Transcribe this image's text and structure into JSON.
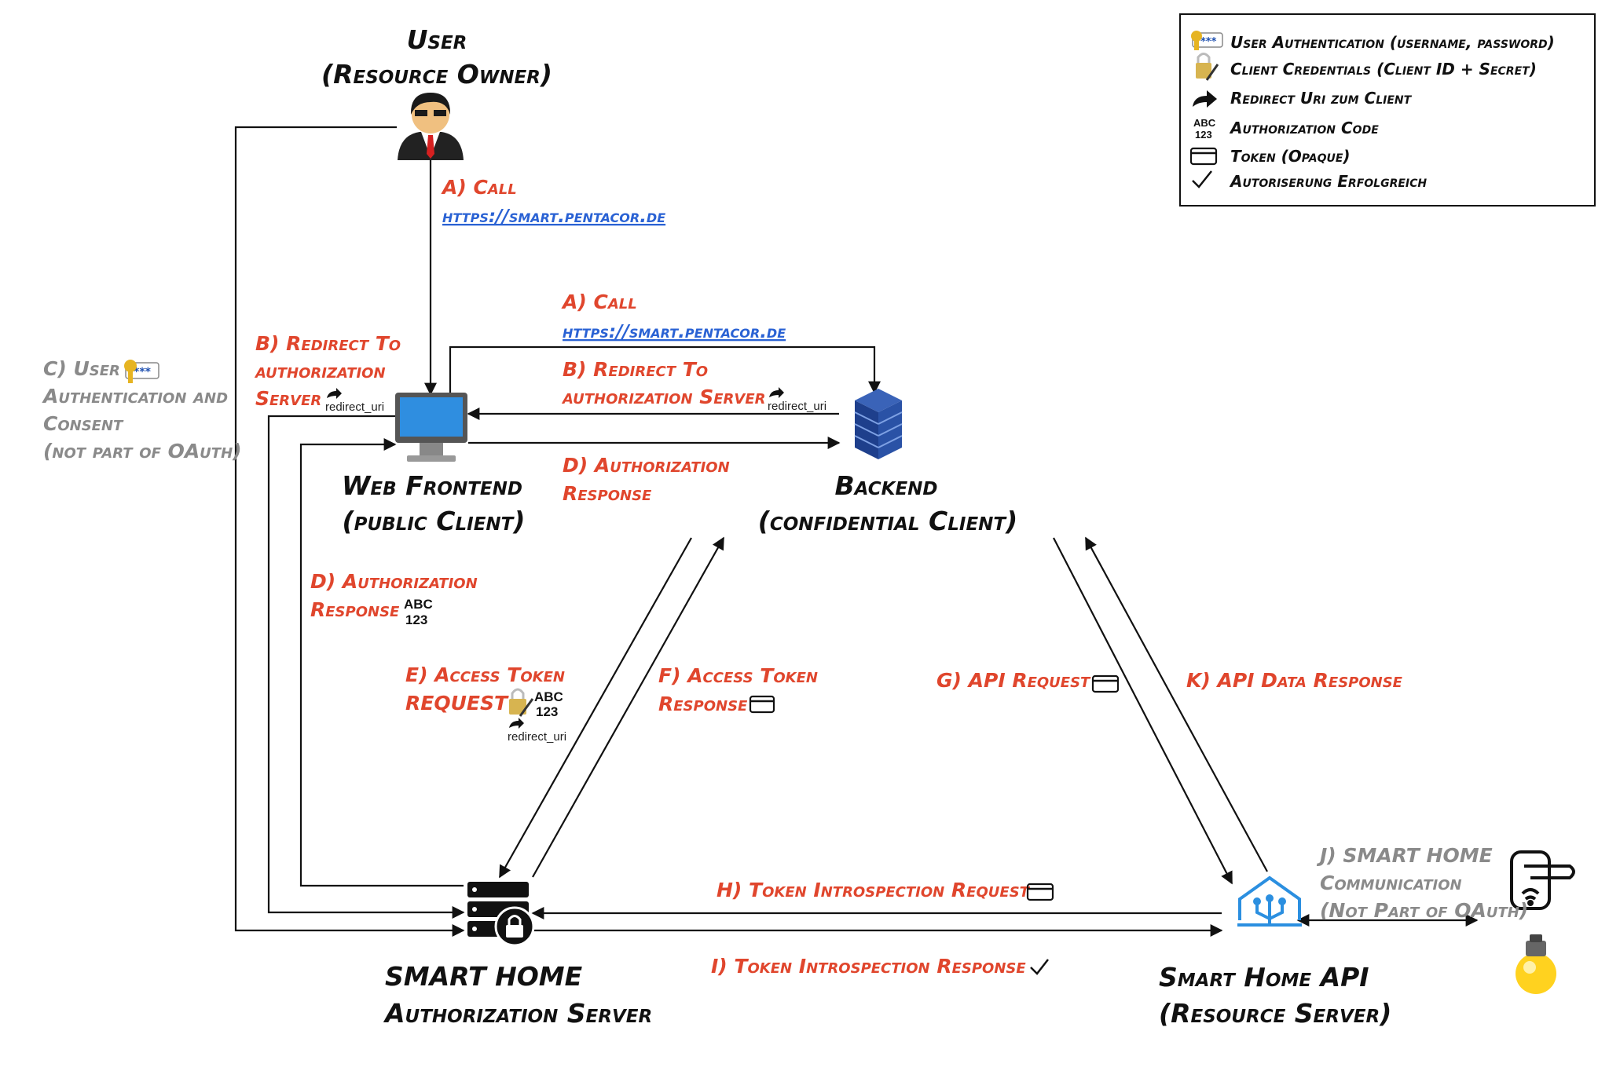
{
  "nodes": {
    "user": {
      "title": "User",
      "subtitle": "(Resource Owner)"
    },
    "web_frontend": {
      "title": "Web Frontend",
      "subtitle": "(public Client)"
    },
    "backend": {
      "title": "Backend",
      "subtitle": "(confidential Client)"
    },
    "auth_server": {
      "title": "SMART HOME",
      "subtitle": "Authorization Server"
    },
    "resource_server": {
      "title": "Smart Home API",
      "subtitle": "(Resource Server)"
    }
  },
  "labels": {
    "a_call_top": {
      "line1": "A) Call",
      "link": "https://smart.pentacor.de"
    },
    "a_call_backend": {
      "line1": "A) Call",
      "link": "https://smart.pentacor.de"
    },
    "b_redirect_left": {
      "line1": "B) Redirect To",
      "line2": "authorization",
      "line3": "Server",
      "note": "redirect_uri"
    },
    "b_redirect_backend": {
      "line1": "B) Redirect To",
      "line2": "authorization Server",
      "note": "redirect_uri"
    },
    "c_user_auth": {
      "line1": "C) User",
      "line2": "Authentication and",
      "line3": "Consent",
      "line4": "(not part of OAuth)"
    },
    "d_auth_response_right": {
      "line1": "D) Authorization",
      "line2": "Response"
    },
    "d_auth_response_left": {
      "line1": "D) Authorization",
      "line2": "Response"
    },
    "e_access_token_request": {
      "line1": "E) Access Token",
      "line2": "REQUEST",
      "note": "redirect_uri"
    },
    "f_access_token_response": {
      "line1": "F) Access Token",
      "line2": "Response"
    },
    "g_api_request": {
      "text": "G) API Request"
    },
    "k_api_data_response": {
      "text": "K) API Data Response"
    },
    "h_token_introspection_request": {
      "text": "H) Token Introspection Request"
    },
    "i_token_introspection_response": {
      "text": "I) Token Introspection Response"
    },
    "j_smart_home_comm": {
      "line1": "J) SMART HOME",
      "line2": "Communication",
      "line3": "(Not Part of OAuth)"
    }
  },
  "abc_icon": {
    "top": "ABC",
    "bottom": "123"
  },
  "legend": {
    "items": [
      {
        "icon": "key-card-icon",
        "text": "User Authentication (username, password)"
      },
      {
        "icon": "lock-pen-icon",
        "text": "Client Credentials (Client ID + Secret)"
      },
      {
        "icon": "redirect-arrow-icon",
        "text": "Redirect Uri zum Client"
      },
      {
        "icon": "abc-123-icon",
        "text": "Authorization Code"
      },
      {
        "icon": "token-card-icon",
        "text": "Token (Opaque)"
      },
      {
        "icon": "checkmark-icon",
        "text": "Autoriserung Erfolgreich"
      }
    ]
  },
  "colors": {
    "accent_red": "#e0462d",
    "link_blue": "#2a62d4",
    "grey_text": "#8a8a8a",
    "server_blue": "#1e3f8c",
    "monitor_blue": "#2f8ee0",
    "home_api_blue": "#2b8fe0"
  }
}
